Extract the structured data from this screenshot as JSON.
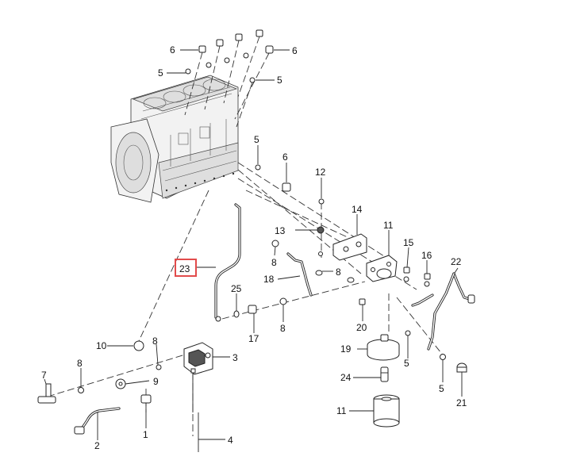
{
  "callouts": [
    {
      "id": "c6a",
      "text": "6"
    },
    {
      "id": "c6b",
      "text": "6"
    },
    {
      "id": "c5a",
      "text": "5"
    },
    {
      "id": "c5b",
      "text": "5"
    },
    {
      "id": "c5c",
      "text": "5"
    },
    {
      "id": "c6c",
      "text": "6"
    },
    {
      "id": "c12",
      "text": "12"
    },
    {
      "id": "c14",
      "text": "14"
    },
    {
      "id": "c13",
      "text": "13"
    },
    {
      "id": "c11a",
      "text": "11"
    },
    {
      "id": "c15",
      "text": "15"
    },
    {
      "id": "c16",
      "text": "16"
    },
    {
      "id": "c22",
      "text": "22"
    },
    {
      "id": "c8a",
      "text": "8"
    },
    {
      "id": "c8b",
      "text": "8"
    },
    {
      "id": "c18",
      "text": "18"
    },
    {
      "id": "c23",
      "text": "23"
    },
    {
      "id": "c25",
      "text": "25"
    },
    {
      "id": "c17",
      "text": "17"
    },
    {
      "id": "c8c",
      "text": "8"
    },
    {
      "id": "c20",
      "text": "20"
    },
    {
      "id": "c10",
      "text": "10"
    },
    {
      "id": "c8d",
      "text": "8"
    },
    {
      "id": "c3",
      "text": "3"
    },
    {
      "id": "c19",
      "text": "19"
    },
    {
      "id": "c5d",
      "text": "5"
    },
    {
      "id": "c7",
      "text": "7"
    },
    {
      "id": "c8e",
      "text": "8"
    },
    {
      "id": "c9",
      "text": "9"
    },
    {
      "id": "c24",
      "text": "24"
    },
    {
      "id": "c5e",
      "text": "5"
    },
    {
      "id": "c21",
      "text": "21"
    },
    {
      "id": "c2",
      "text": "2"
    },
    {
      "id": "c1",
      "text": "1"
    },
    {
      "id": "c11b",
      "text": "11"
    },
    {
      "id": "c4",
      "text": "4"
    }
  ],
  "highlight": {
    "callout": "23",
    "color": "#e24b4b"
  }
}
